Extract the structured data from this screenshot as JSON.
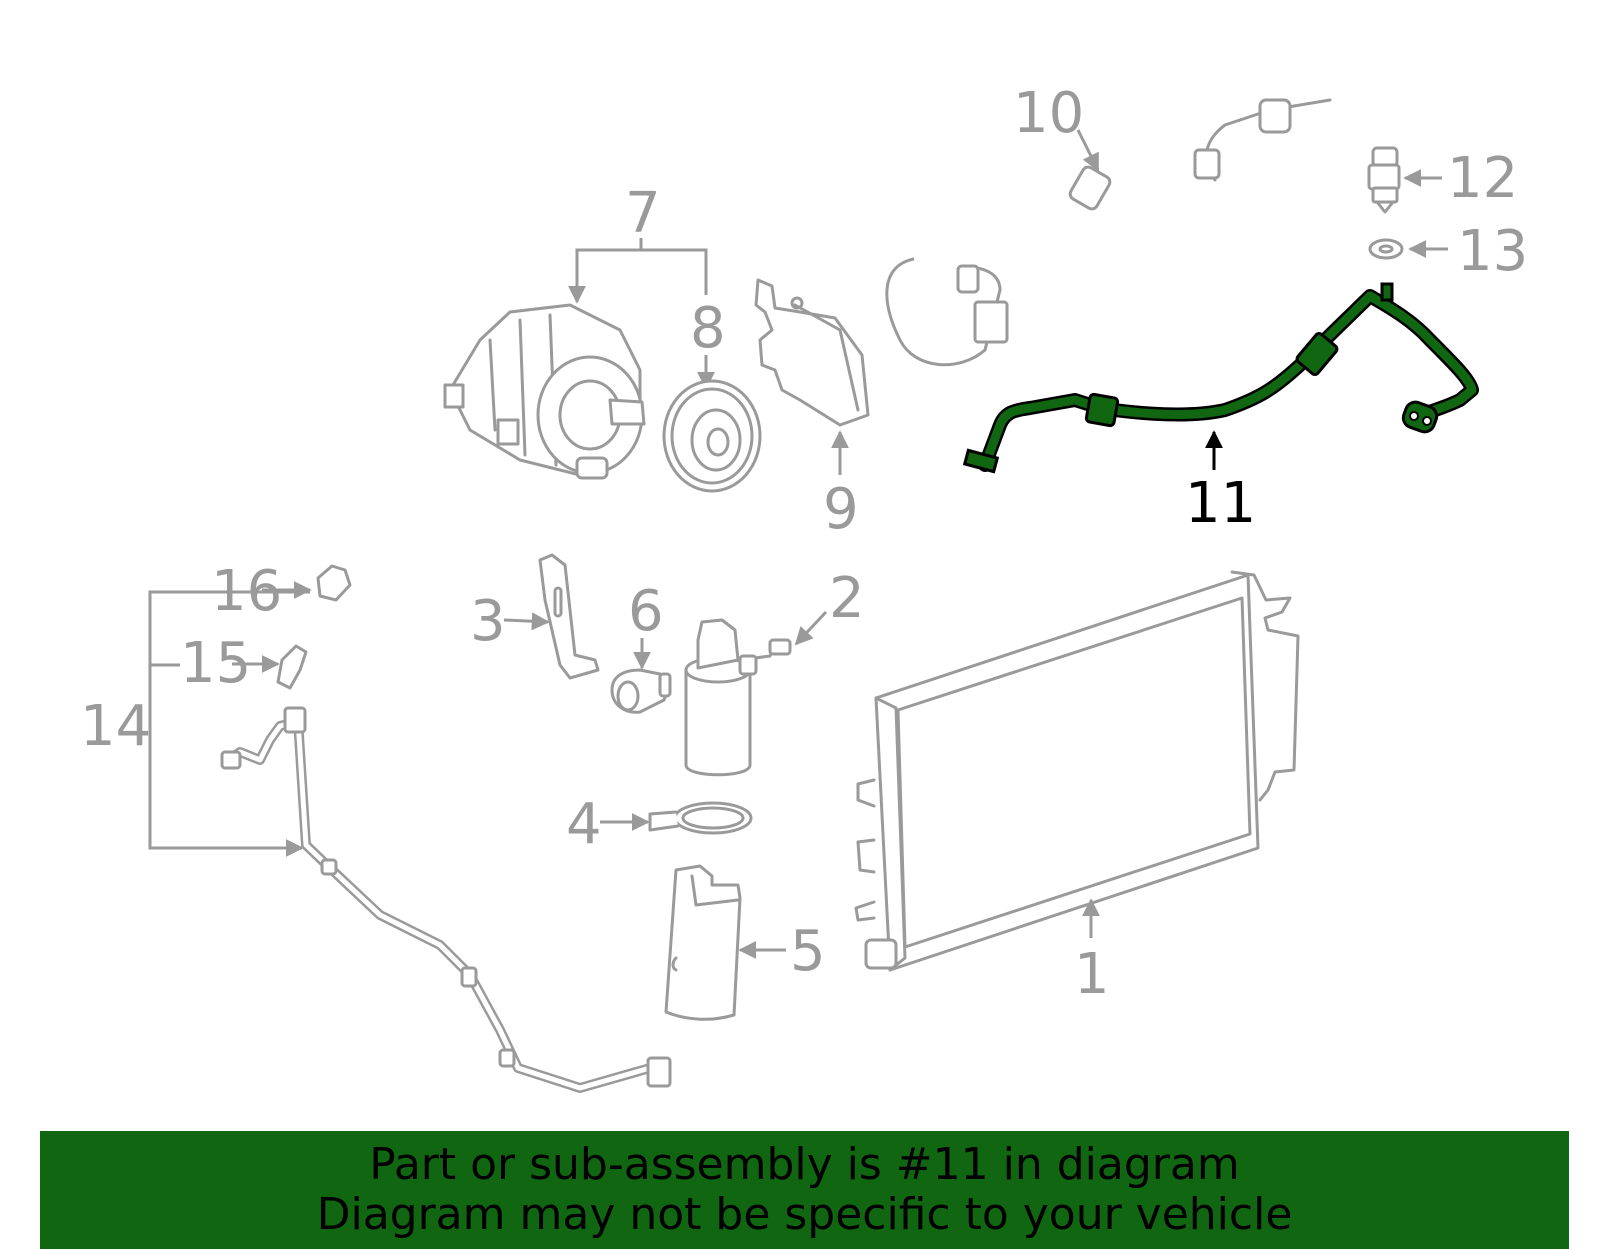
{
  "callouts": {
    "c1": "1",
    "c2": "2",
    "c3": "3",
    "c4": "4",
    "c5": "5",
    "c6": "6",
    "c7": "7",
    "c8": "8",
    "c9": "9",
    "c10": "10",
    "c11": "11",
    "c12": "12",
    "c13": "13",
    "c14": "14",
    "c15": "15",
    "c16": "16"
  },
  "highlight": {
    "part_number": "11",
    "color": "#116611"
  },
  "banner": {
    "line1": "Part or sub-assembly is #11 in diagram",
    "line2": "Diagram may not be specific to your vehicle",
    "background": "#116611"
  },
  "colors": {
    "parts": "#9a9a9a",
    "highlight_stroke": "#000000"
  }
}
